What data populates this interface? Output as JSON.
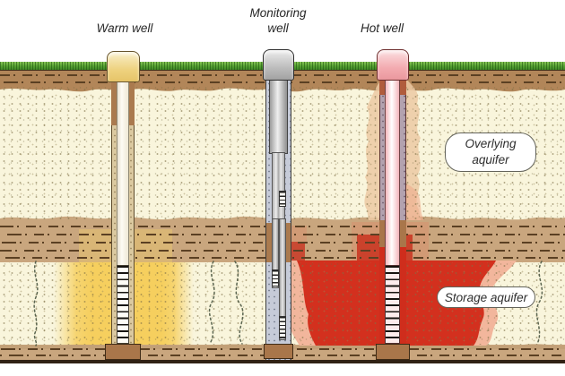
{
  "diagram": {
    "wells": {
      "warm": {
        "label": "Warm well",
        "cap_color": "#eed27f",
        "plume_color": "#f6cf5e"
      },
      "monitoring": {
        "label": "Monitoring well",
        "cap_color": "#bcbcbc"
      },
      "hot": {
        "label": "Hot well",
        "cap_color": "#f3abb0",
        "plume_color": "#d3301e",
        "plume_fringe_color": "#f2b69c"
      }
    },
    "aquifers": {
      "overlying": {
        "label": "Overlying aquifer"
      },
      "storage": {
        "label": "Storage aquifer"
      }
    },
    "layers": {
      "grass_color": "#55a033",
      "topsoil_color": "#b28659",
      "aquifer_sand_color": "#f9f5dc",
      "aquitard_color": "#c9a67e",
      "bedrock_line_color": "#302114"
    }
  }
}
